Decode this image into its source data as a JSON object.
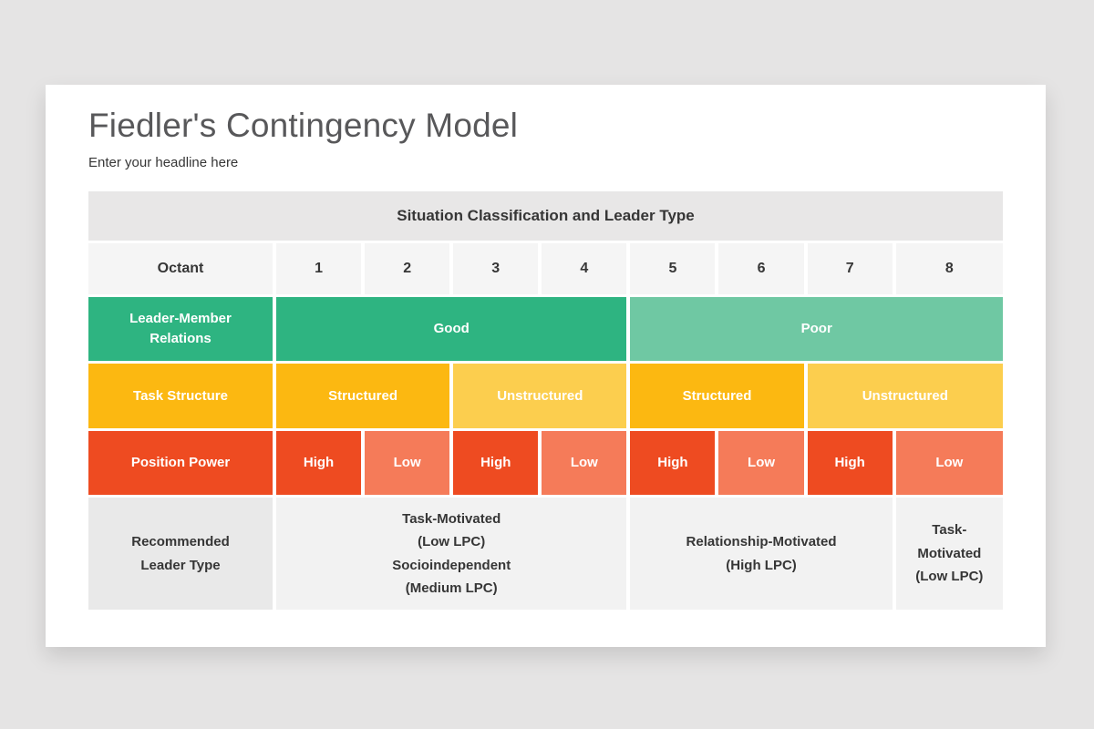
{
  "page": {
    "title": "Fiedler's Contingency Model",
    "subtitle": "Enter your headline here"
  },
  "table": {
    "header": "Situation Classification and Leader Type",
    "octant_label": "Octant",
    "octants": [
      "1",
      "2",
      "3",
      "4",
      "5",
      "6",
      "7",
      "8"
    ],
    "rows": {
      "relations": {
        "label": "Leader-Member\nRelations",
        "good": "Good",
        "poor": "Poor"
      },
      "task": {
        "label": "Task Structure",
        "cells": [
          "Structured",
          "Unstructured",
          "Structured",
          "Unstructured"
        ]
      },
      "power": {
        "label": "Position Power",
        "cells": [
          "High",
          "Low",
          "High",
          "Low",
          "High",
          "Low",
          "High",
          "Low"
        ]
      },
      "leader": {
        "label": "Recommended\nLeader Type",
        "cells": [
          "Task-Motivated\n(Low LPC)\nSocioindependent\n(Medium LPC)",
          "Relationship-Motivated\n(High LPC)",
          "Task-\nMotivated\n(Low LPC)"
        ]
      }
    }
  },
  "colors": {
    "page_bg": "#e5e4e4",
    "card_bg": "#ffffff",
    "title_text": "#58585a",
    "body_text": "#363636",
    "header_bg": "#e8e7e7",
    "octant_bg": "#f5f5f5",
    "green_dark": "#2eb481",
    "green_light": "#6fc8a3",
    "amber_dark": "#fcb811",
    "amber_light": "#fcce4e",
    "red_dark": "#ee4b21",
    "red_light": "#f57b59",
    "footer_label_bg": "#e9e9e9",
    "footer_cell_bg": "#f2f2f2",
    "white_text": "#ffffff"
  }
}
